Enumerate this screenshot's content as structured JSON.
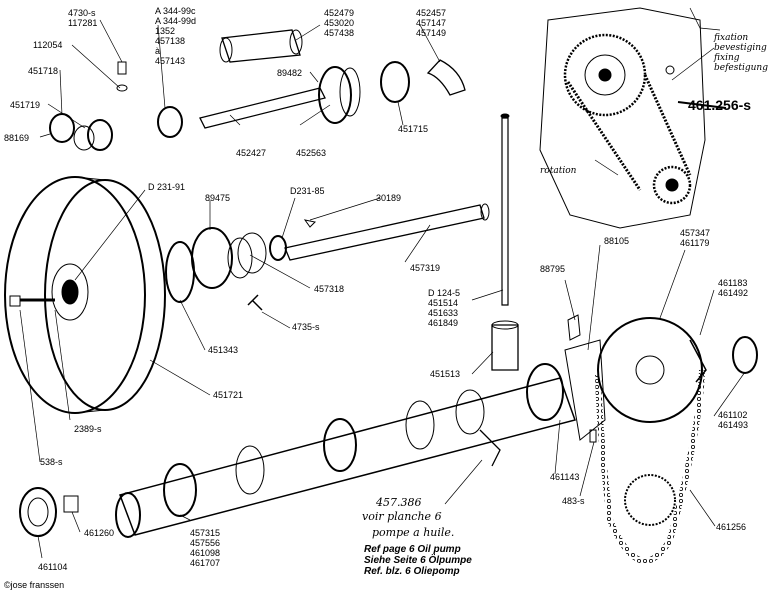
{
  "parts": {
    "p4730": [
      "4730-s",
      "117281"
    ],
    "p112054": "112054",
    "p451718": "451718",
    "p451719": "451719",
    "p88169": "88169",
    "pA344": [
      "A 344-99c",
      "A 344-99d",
      "1352",
      "457138",
      "à",
      "457143"
    ],
    "p452479": [
      "452479",
      "453020",
      "457438"
    ],
    "p452457": [
      "452457",
      "457147",
      "457149"
    ],
    "p89482": "89482",
    "p452427": "452427",
    "p452563": "452563",
    "p451715": "451715",
    "pD23191": "D 231-91",
    "p89475": "89475",
    "pD23185": "D231-85",
    "p30189": "30189",
    "p457319": "457319",
    "p457318": "457318",
    "p4735": "4735-s",
    "p451343": "451343",
    "p451721": "451721",
    "p2389": "2389-s",
    "p538": "538-s",
    "pD1245": [
      "D 124-5",
      "451514",
      "451633",
      "461849"
    ],
    "p451513": "451513",
    "p88795": "88795",
    "p88105": "88105",
    "p457347": [
      "457347",
      "461179"
    ],
    "p461183": [
      "461183",
      "461492"
    ],
    "p461102": [
      "461102",
      "461493"
    ],
    "p461143": "461143",
    "p483": "483-s",
    "p461256": "461256",
    "p461260": "461260",
    "p461104": "461104",
    "p457315": [
      "457315",
      "457556",
      "461098",
      "461707"
    ]
  },
  "inset": {
    "fixation": [
      "fixation",
      "bevestiging",
      "fixing",
      "befestigung"
    ],
    "part": "461.256-s",
    "rotation": "rotation"
  },
  "oil_note": {
    "ref": "457.386",
    "line1": "voir planche 6",
    "line2": "pompe a huile.",
    "refs": [
      "Ref page 6 Oil pump",
      "Siehe Seite 6 Ölpumpe",
      "Ref. blz. 6 Oliepomp"
    ]
  },
  "copyright": "©jose franssen"
}
